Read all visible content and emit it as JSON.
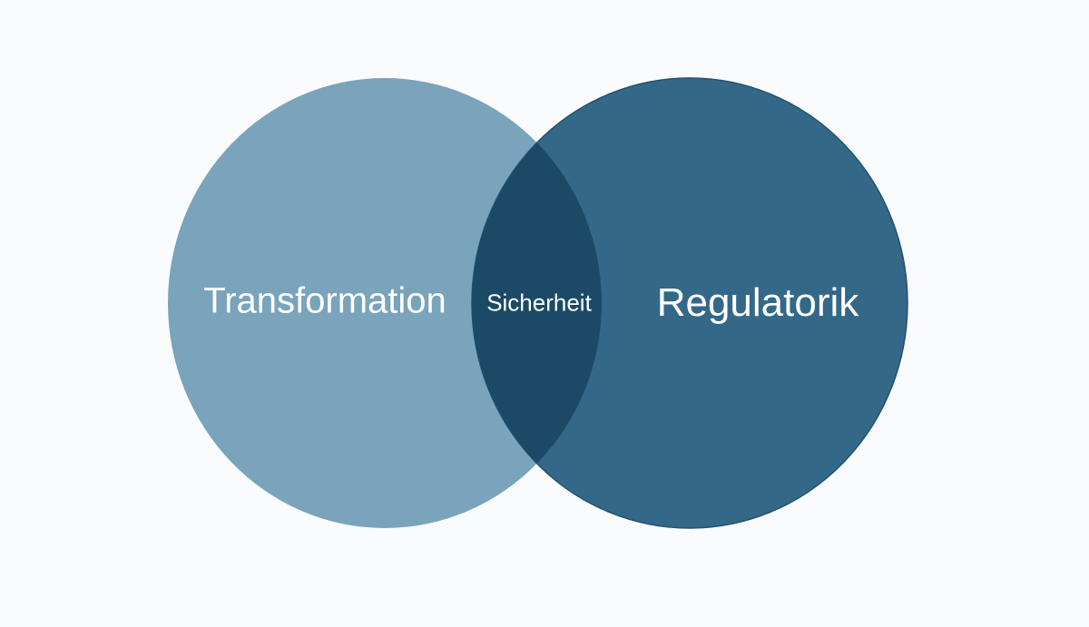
{
  "diagram": {
    "type": "venn",
    "sets": [
      {
        "id": "left",
        "label": "Transformation",
        "color": "#7aa3bc"
      },
      {
        "id": "right",
        "label": "Regulatorik",
        "color": "#336888"
      }
    ],
    "intersection": {
      "label": "Sicherheit",
      "color": "#1c4a66"
    },
    "background": "#fafbfc"
  }
}
